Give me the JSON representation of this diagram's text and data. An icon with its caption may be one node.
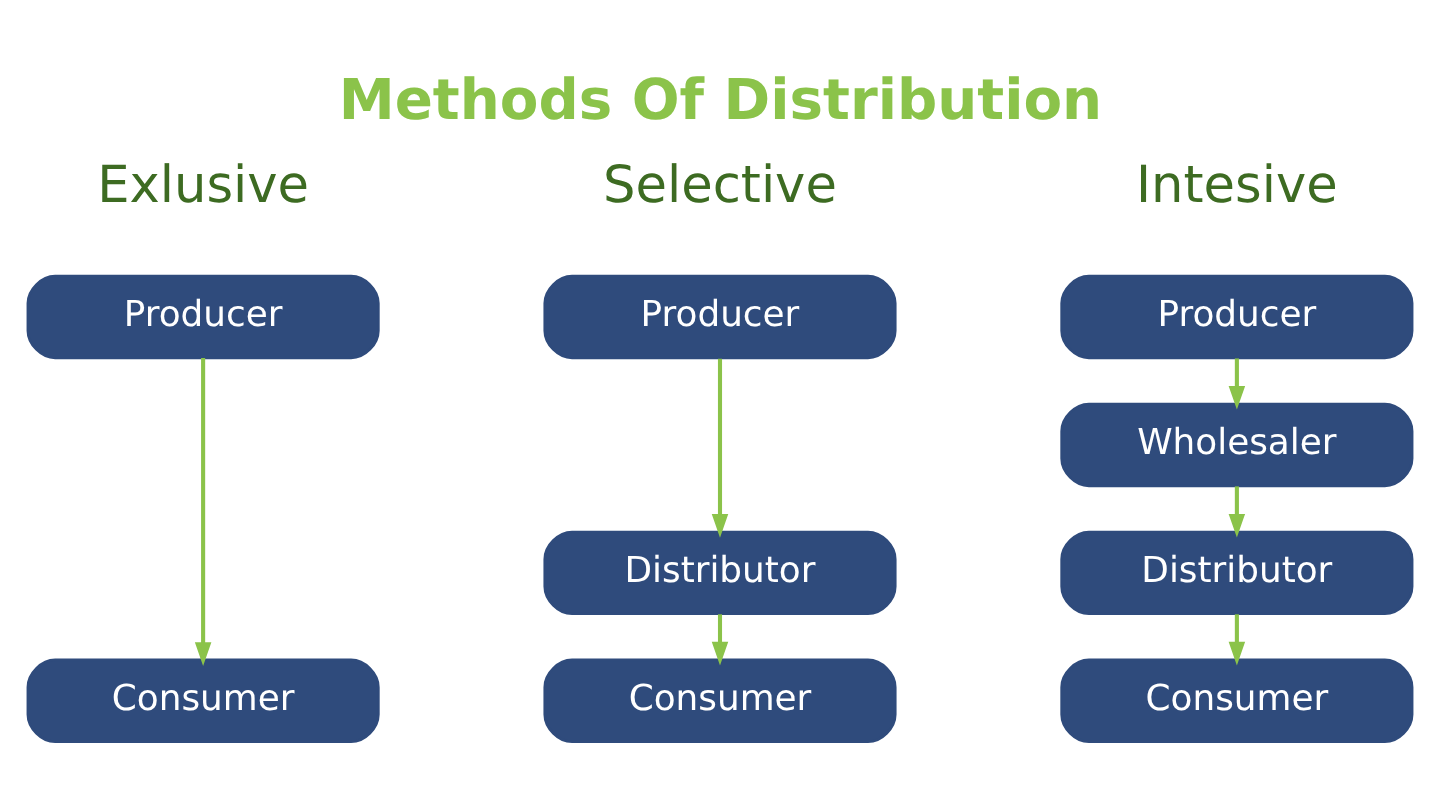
{
  "diagram": {
    "title": "Methods Of Distribution",
    "nodes": [
      {
        "text": [
          "Producer"
        ]
      },
      {
        "text": [
          "Consumer"
        ]
      },
      {
        "text": [
          "Producer"
        ]
      },
      {
        "text": [
          "Distributor"
        ]
      },
      {
        "text": [
          "Consumer"
        ]
      },
      {
        "text": [
          "Producer"
        ]
      },
      {
        "text": [
          "Wholesaler"
        ]
      },
      {
        "text": [
          "Distributor"
        ]
      },
      {
        "text": [
          "Consumer"
        ]
      }
    ],
    "edges": [
      {
        "from": 0,
        "to": 1,
        "arrow": "to"
      },
      {
        "from": 2,
        "to": 3,
        "arrow": "to"
      },
      {
        "from": 3,
        "to": 4,
        "arrow": "to"
      },
      {
        "from": 5,
        "to": 6,
        "arrow": "to"
      },
      {
        "from": 6,
        "to": 7,
        "arrow": "to"
      },
      {
        "from": 7,
        "to": 8,
        "arrow": "to"
      }
    ],
    "labels": [
      "Exlusive",
      "Selective",
      "Intesive"
    ]
  }
}
